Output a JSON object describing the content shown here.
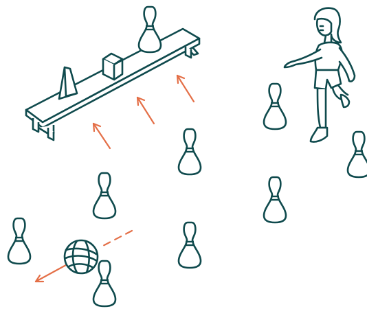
{
  "colors": {
    "ink": "#0f4a4d",
    "accent": "#e46f47",
    "fill": "#ffffff"
  },
  "scene": {
    "objects": [
      "bench",
      "bowling-pin",
      "cube-block",
      "triangular-wedge",
      "volleyball",
      "child-figure",
      "movement-arrow"
    ]
  }
}
